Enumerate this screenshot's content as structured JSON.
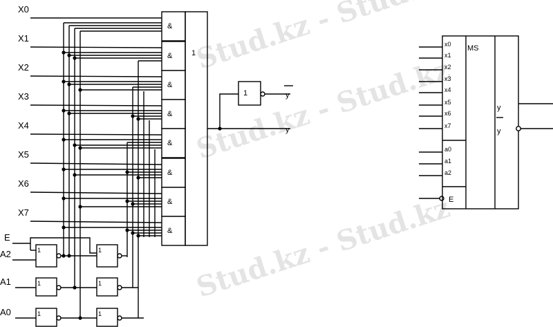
{
  "watermark": {
    "text": "Stud.kz - Stud.kz"
  },
  "left_circuit": {
    "data_inputs": [
      "X0",
      "X1",
      "X2",
      "X3",
      "X4",
      "X5",
      "X6",
      "X7"
    ],
    "control_inputs": [
      "E",
      "A2",
      "A1",
      "A0"
    ],
    "and_symbol": "&",
    "or_symbol": "1",
    "inverter_symbol": "1",
    "outputs": {
      "y_bar": "y",
      "y": "y"
    }
  },
  "right_block": {
    "header": "MS",
    "data_inputs": [
      "x0",
      "x1",
      "x2",
      "x3",
      "x4",
      "x5",
      "x6",
      "x7"
    ],
    "address_inputs": [
      "a0",
      "a1",
      "a2"
    ],
    "enable": "E",
    "outputs": {
      "y": "y",
      "y_bar": "y"
    }
  }
}
